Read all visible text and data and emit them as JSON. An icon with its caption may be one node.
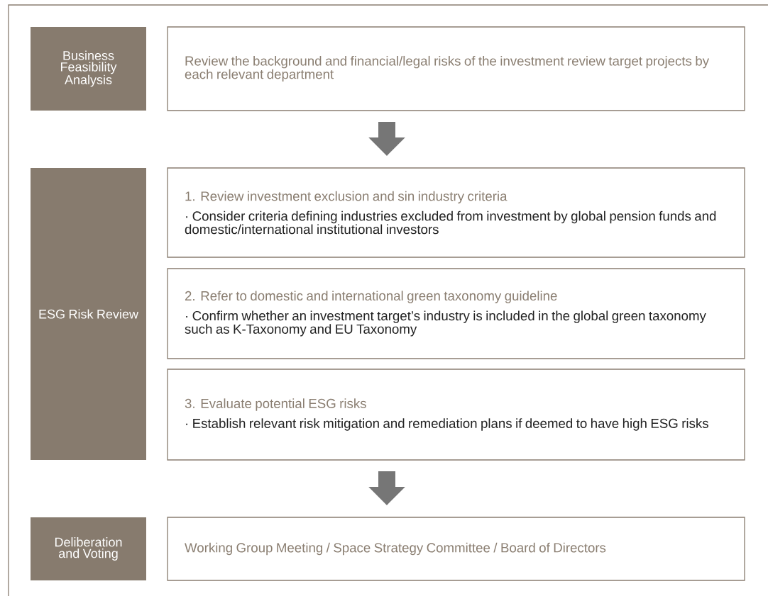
{
  "diagram": {
    "nodes": [
      {
        "text": [
          "Business Feasibility Analysis"
        ]
      },
      {
        "text": [
          "Review the background and financial/legal risks of the investment review target projects by each relevant department"
        ]
      },
      {
        "text": [
          "ESG Risk Review"
        ]
      },
      {
        "text": [
          "1. Review investment exclusion and sin industry criteria",
          "· Consider criteria defining industries excluded from investment by global pension funds and domestic/international institutional investors"
        ]
      },
      {
        "text": [
          "2. Refer to domestic and international green taxonomy guideline",
          "· Confirm whether an investment target’s industry is included in the global green taxonomy such as K-Taxonomy and EU Taxonomy"
        ]
      },
      {
        "text": [
          "3. Evaluate potential ESG risks",
          "· Establish relevant risk mitigation and remediation plans if deemed to have high ESG risks"
        ]
      },
      {
        "text": [
          "Deliberation and Voting"
        ]
      },
      {
        "text": [
          "Working Group Meeting / Space Strategy Committee / Board of Directors"
        ]
      }
    ],
    "edges": [
      {
        "from": 1,
        "to": 3,
        "arrow": "to"
      },
      {
        "from": 5,
        "to": 7,
        "arrow": "to"
      }
    ]
  }
}
